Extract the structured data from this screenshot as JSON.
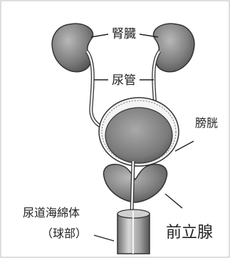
{
  "labels": {
    "kidney": "腎臓",
    "ureter": "尿管",
    "bladder": "膀胱",
    "prostate": "前立腺",
    "urethra_spongy": "尿道海綿体",
    "urethra_bulb": "（球部）"
  },
  "colors": {
    "organ_fill": "#8c8c8c",
    "organ_dark": "#5e5e5e",
    "line": "#222222",
    "light": "#e6e6e6"
  }
}
